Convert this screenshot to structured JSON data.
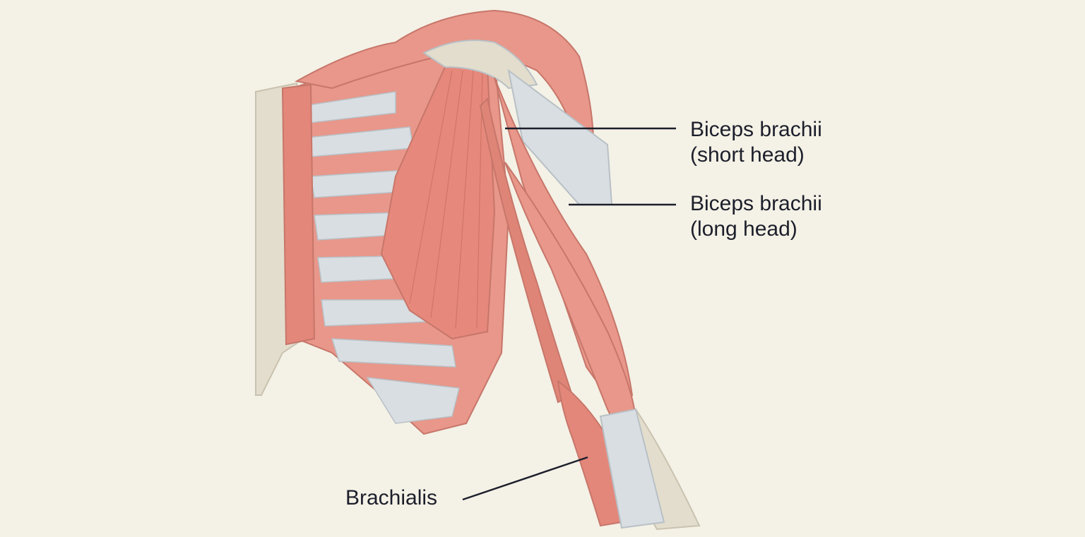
{
  "labels": {
    "biceps_short": {
      "line1": "Biceps brachii",
      "line2": "(short head)"
    },
    "biceps_long": {
      "line1": "Biceps brachii",
      "line2": "(long head)"
    },
    "brachialis": {
      "line1": "Brachialis"
    }
  },
  "colors": {
    "background": "#f4f1e6",
    "muscle": "#e8978a",
    "muscle_dark": "#d9776b",
    "tendon": "#d9dee2",
    "bone": "#e3ddcd",
    "leader_line": "#1c1f2b"
  }
}
